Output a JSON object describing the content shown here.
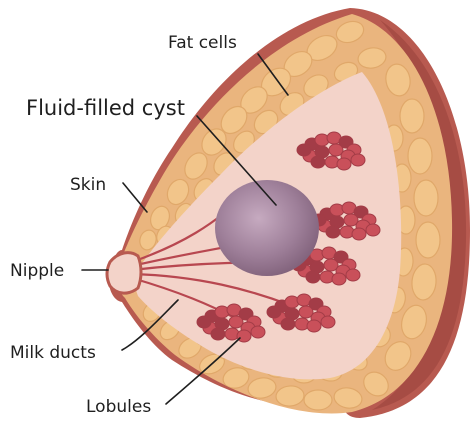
{
  "diagram": {
    "labels": {
      "fat_cells": "Fat cells",
      "cyst": "Fluid-filled cyst",
      "skin": "Skin",
      "nipple": "Nipple",
      "milk_ducts": "Milk ducts",
      "lobules": "Lobules"
    },
    "colors": {
      "skin_outer": "#b85a50",
      "skin_dark": "#a64c44",
      "fat_fill": "#f2c58a",
      "fat_stroke": "#e0a86a",
      "tissue": "#f3d3c9",
      "cyst_fill": "#9b7d97",
      "cyst_highlight": "#b89bb2",
      "lobule_fill": "#c9505a",
      "lobule_dark": "#a33c47",
      "duct": "#b84750"
    }
  }
}
